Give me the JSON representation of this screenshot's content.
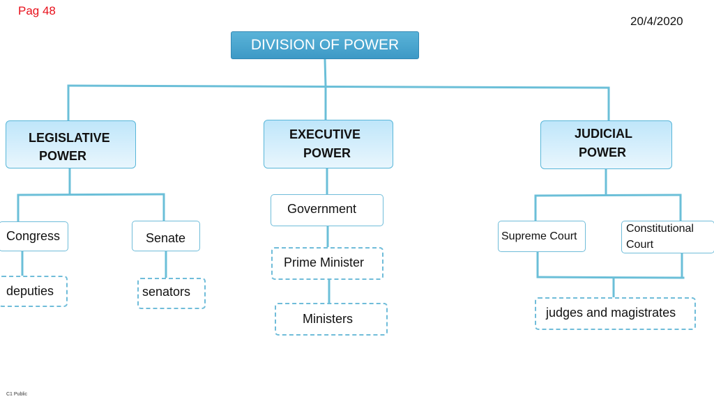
{
  "header": {
    "page_label": "Pag 48",
    "date": "20/4/2020"
  },
  "footer": {
    "label": "C1 Public"
  },
  "colors": {
    "line": "#6bbfd8",
    "title_bg": "#4aa6d0",
    "page_label": "#e8101b"
  },
  "diagram": {
    "title": "DIVISION OF POWER",
    "legislative": {
      "label_line1": "LEGISLATIVE",
      "label_line2": "POWER",
      "congress": "Congress",
      "deputies": "deputies",
      "senate": "Senate",
      "senators": "senators"
    },
    "executive": {
      "label_line1": "EXECUTIVE",
      "label_line2": "POWER",
      "government": "Government",
      "prime_minister": "Prime Minister",
      "ministers": "Ministers"
    },
    "judicial": {
      "label_line1": "JUDICIAL",
      "label_line2": "POWER",
      "supreme_court": "Supreme Court",
      "constitutional_line1": "Constitutional",
      "constitutional_line2": "Court",
      "judges": "judges and magistrates"
    }
  }
}
